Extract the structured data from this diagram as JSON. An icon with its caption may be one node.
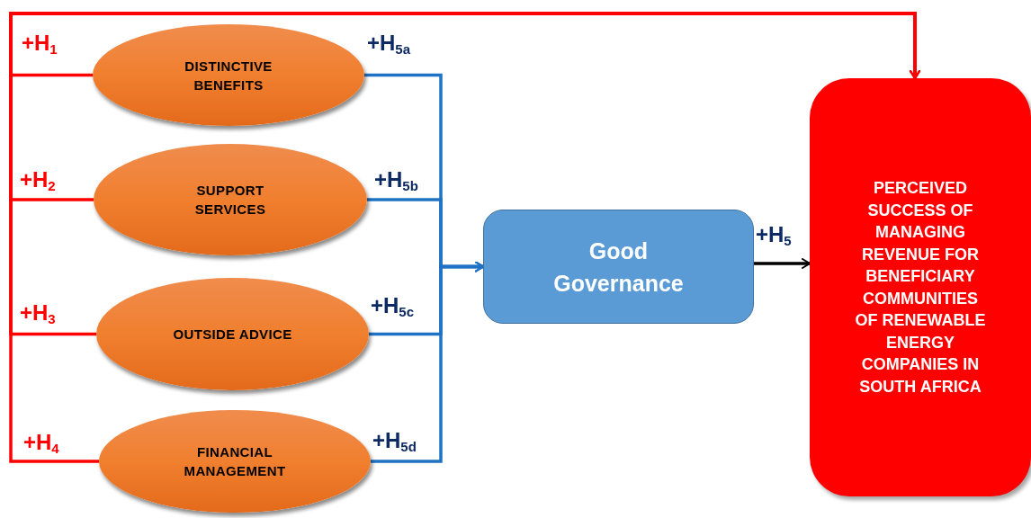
{
  "diagram": {
    "nodes": [
      {
        "text": [
          "DISTINCTIVE BENEFITS"
        ]
      },
      {
        "text": [
          "SUPPORT SERVICES"
        ]
      },
      {
        "text": [
          "OUTSIDE ADVICE"
        ]
      },
      {
        "text": [
          "FINANCIAL MANAGEMENT"
        ]
      },
      {
        "text": [
          "Good Governance"
        ]
      },
      {
        "text": [
          "PERCEIVED SUCCESS OF MANAGING REVENUE FOR BENEFICIARY COMMUNITIES OF RENEWABLE ENERGY COMPANIES IN SOUTH AFRICA"
        ]
      }
    ],
    "edges": [
      {
        "from": 0,
        "to": 5,
        "arrow": "to",
        "label": "+H$_{1}$",
        "color": "#ff0000"
      },
      {
        "from": 1,
        "to": 5,
        "arrow": "to",
        "label": "+H$_{2}$",
        "color": "#ff0000"
      },
      {
        "from": 2,
        "to": 5,
        "arrow": "to",
        "label": "+H$_{3}$",
        "color": "#ff0000"
      },
      {
        "from": 3,
        "to": 5,
        "arrow": "to",
        "label": "+H$_{4}$",
        "color": "#ff0000"
      },
      {
        "from": 0,
        "to": 4,
        "arrow": "to",
        "label": "+H$_{5a}$",
        "color": "#1f72c4"
      },
      {
        "from": 1,
        "to": 4,
        "arrow": "to",
        "label": "+H$_{5b}$",
        "color": "#1f72c4"
      },
      {
        "from": 2,
        "to": 4,
        "arrow": "to",
        "label": "+H$_{5c}$",
        "color": "#1f72c4"
      },
      {
        "from": 3,
        "to": 4,
        "arrow": "to",
        "label": "+H$_{5d}$",
        "color": "#1f72c4"
      },
      {
        "from": 4,
        "to": 5,
        "arrow": "to",
        "label": "+H$_{5}$",
        "color": "#000000"
      }
    ]
  }
}
